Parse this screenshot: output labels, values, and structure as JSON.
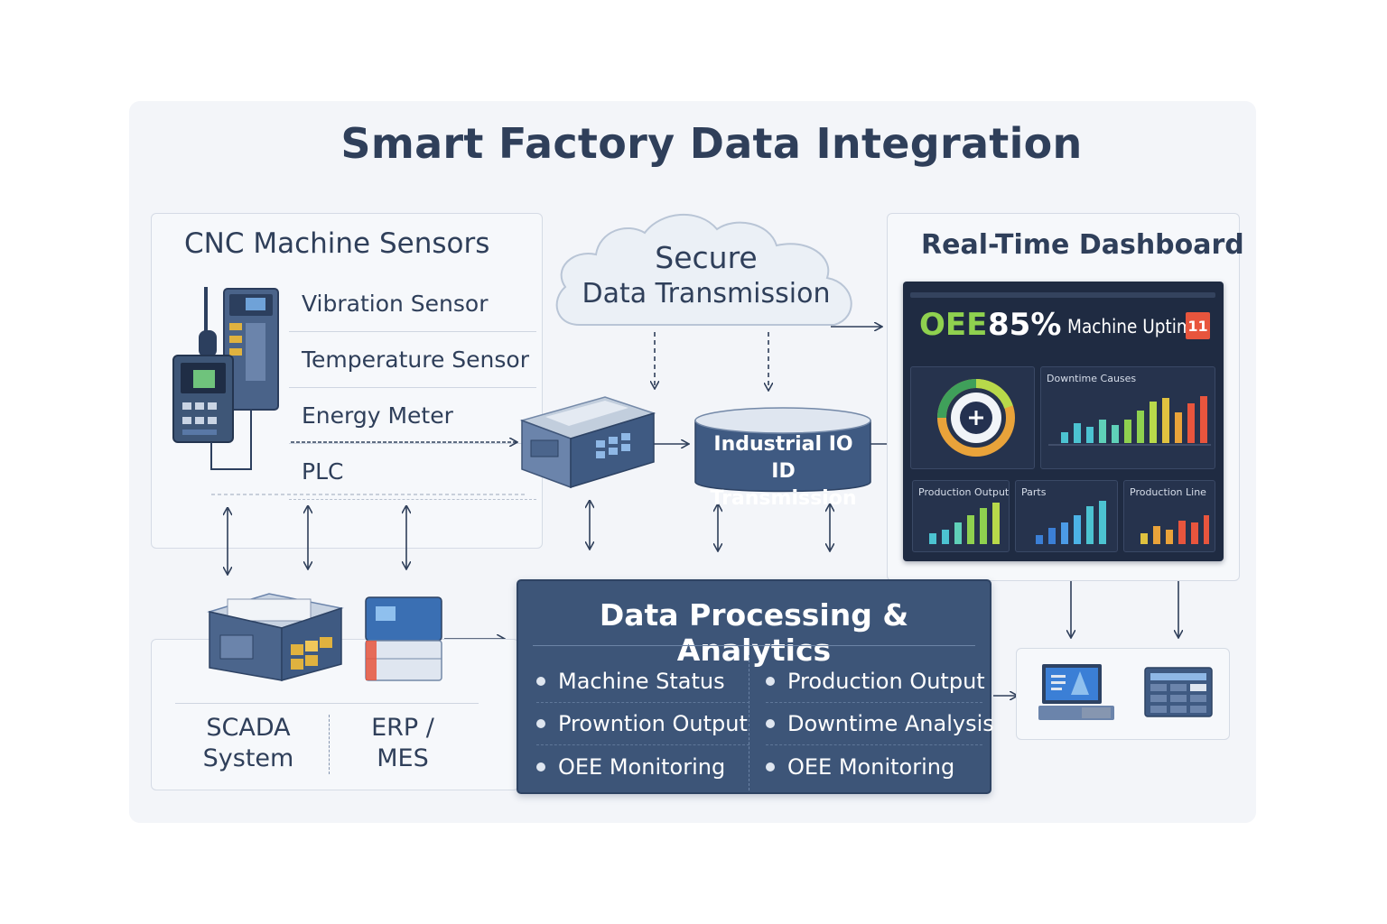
{
  "title": "Smart Factory Data Integration",
  "sensors": {
    "title": "CNC Machine Sensors",
    "items": [
      "Vibration Sensor",
      "Temperature Sensor",
      "Energy Meter",
      "PLC"
    ]
  },
  "cloud": {
    "line1": "Secure",
    "line2": "Data Transmission"
  },
  "gateway": {
    "line1": "Industrial IO",
    "line2": "ID Transmission"
  },
  "dashboard": {
    "title": "Real-Time Dashboard",
    "oee_label": "OEE",
    "oee_value": "85%",
    "uptime_label": "Machine Uptime",
    "uptime_badge": "11",
    "downtime_tile": "Downtime Causes",
    "tile1": "Production Output",
    "tile2": "Parts",
    "tile3": "Production Line"
  },
  "processing": {
    "title": "Data Processing & Analytics",
    "col1": [
      "Machine Status",
      "Prowntion Output",
      "OEE Monitoring"
    ],
    "col2": [
      "Production Output",
      "Downtime Analysis",
      "OEE Monitoring"
    ]
  },
  "systems": {
    "scada_line1": "SCADA",
    "scada_line2": "System",
    "erp_line1": "ERP /",
    "erp_line2": "MES"
  },
  "colors": {
    "accent": "#3d5578",
    "dark": "#1f2b42",
    "green": "#8fd14f",
    "orange": "#e8553d"
  }
}
